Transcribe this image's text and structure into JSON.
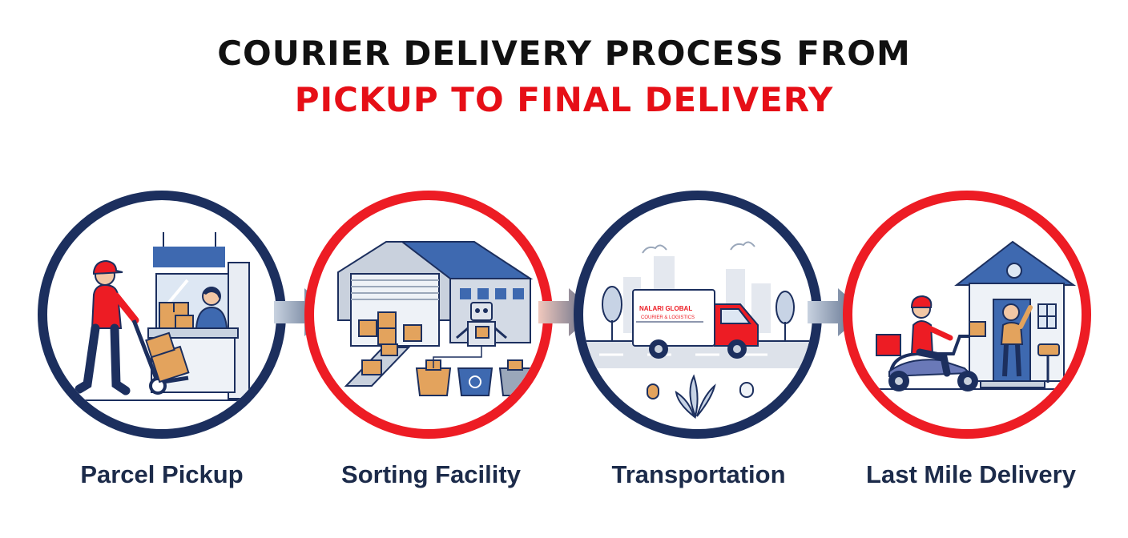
{
  "title": {
    "line1": "COURIER DELIVERY PROCESS FROM",
    "line2": "PICKUP TO FINAL DELIVERY",
    "line2_color": "#e60f17"
  },
  "colors": {
    "navy": "#1c2f5e",
    "red": "#ed1c24",
    "arrow": "#6d7f9a",
    "box": "#e3a35d"
  },
  "steps": [
    {
      "label": "Parcel Pickup",
      "ring_color": "navy",
      "icon": "courier-with-hand-truck-icon"
    },
    {
      "label": "Sorting Facility",
      "ring_color": "red",
      "icon": "warehouse-sorting-icon"
    },
    {
      "label": "Transportation",
      "ring_color": "navy",
      "icon": "delivery-truck-icon"
    },
    {
      "label": "Last Mile Delivery",
      "ring_color": "red",
      "icon": "scooter-delivery-icon"
    }
  ],
  "truck_logo": {
    "line1": "NALARI GLOBAL",
    "line2": "COURIER & LOGISTICS"
  }
}
